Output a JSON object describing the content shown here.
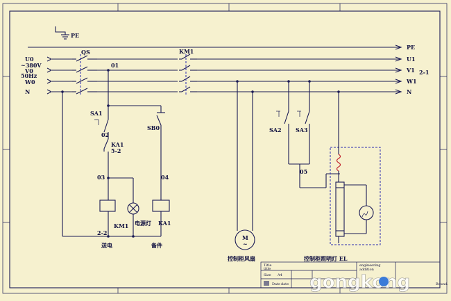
{
  "labels": {
    "pe_top": "PE",
    "u0": "U0",
    "v0": "V0",
    "w0": "W0",
    "n_left": "N",
    "voltage": "~380V",
    "freq": "50Hz",
    "qs": "QS",
    "km1_top": "KM1",
    "node01": "01",
    "pe_right": "PE",
    "u1": "U1",
    "v1": "V1",
    "w1": "W1",
    "n_right": "N",
    "ref": "2-1",
    "sa1": "SA1",
    "node02": "02",
    "ka1": "KA1",
    "ka1_ref": "5-2",
    "sb0": "SB0",
    "node03": "03",
    "node04": "04",
    "km1_coil": "KM1",
    "lamp": "电源灯",
    "ka1_coil": "KA1",
    "ref_22": "2-2",
    "power": "送电",
    "standby": "备件",
    "sa2": "SA2",
    "sa3": "SA3",
    "node05": "05",
    "motor_m": "M",
    "motor_tilde": "~",
    "fan_caption": "控制柜风扇",
    "light_caption": "控制柜照明灯 EL"
  },
  "titleblock": {
    "r1a": "Title",
    "r1b": "title",
    "r2a": "Size",
    "r2b": "A4",
    "r3a": "Date",
    "r3b": "date",
    "doc1": "engineering",
    "doc2": "addition"
  },
  "watermark": {
    "word": "gongkong",
    "suffix": "Bound."
  }
}
